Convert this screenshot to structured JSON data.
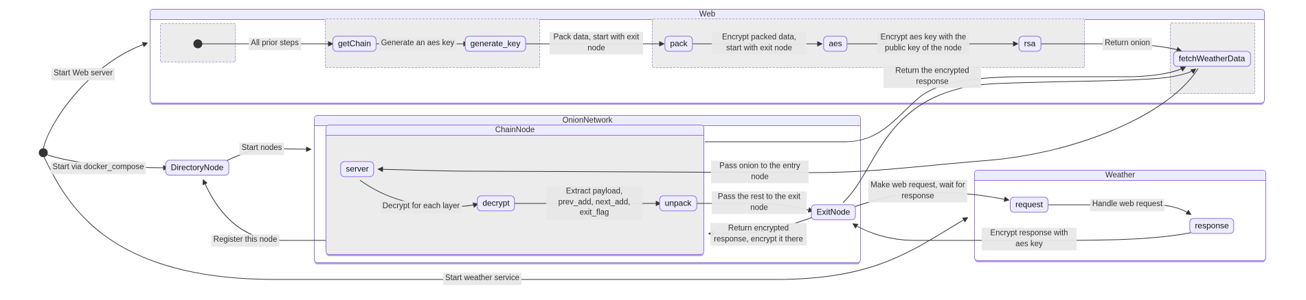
{
  "diagram": {
    "type": "flowchart",
    "subgraphs": {
      "web": "Web",
      "onion": "OnionNetwork",
      "chain": "ChainNode",
      "weather": "Weather"
    },
    "nodes": {
      "getchain": "getChain",
      "generate_key": "generate_key",
      "pack": "pack",
      "aes": "aes",
      "rsa": "rsa",
      "fetch": "fetchWeatherData",
      "directory": "DirectoryNode",
      "server": "server",
      "decrypt": "decrypt",
      "unpack": "unpack",
      "exit": "ExitNode",
      "request": "request",
      "response": "response"
    },
    "edges": {
      "start_web": "Start Web server",
      "start_docker": "Start via docker_compose",
      "start_weather": "Start weather service",
      "start_nodes": "Start nodes",
      "register": "Register this node",
      "all_prior": "All prior steps",
      "gen_aes": "Generate an aes key",
      "pack_data": "Pack data, start with exit node",
      "encrypt_packed": "Encrypt packed data, start with exit node",
      "encrypt_aes": "Encrypt aes key with the public key of the node",
      "return_onion": "Return onion",
      "return_encrypted": "Return the encrypted response",
      "pass_onion": "Pass onion to the entry node",
      "pass_rest": "Pass the rest to the exit node",
      "return_enc_there": "Return encrypted response, encrypt it there",
      "make_request": "Make web request, wait for response",
      "handle_request": "Handle web request",
      "encrypt_response": "Encrypt response with aes key",
      "decrypt_layer": "Decrypt for each layer",
      "extract": "Extract payload, prev_add, next_add, exit_flag"
    },
    "colors": {
      "node_fill": "#ECECFF",
      "node_border": "#9370DB",
      "cluster_alt_fill": "#ECECEC",
      "edge": "#333333",
      "edge_label_bg": "#e8e8e8"
    }
  }
}
